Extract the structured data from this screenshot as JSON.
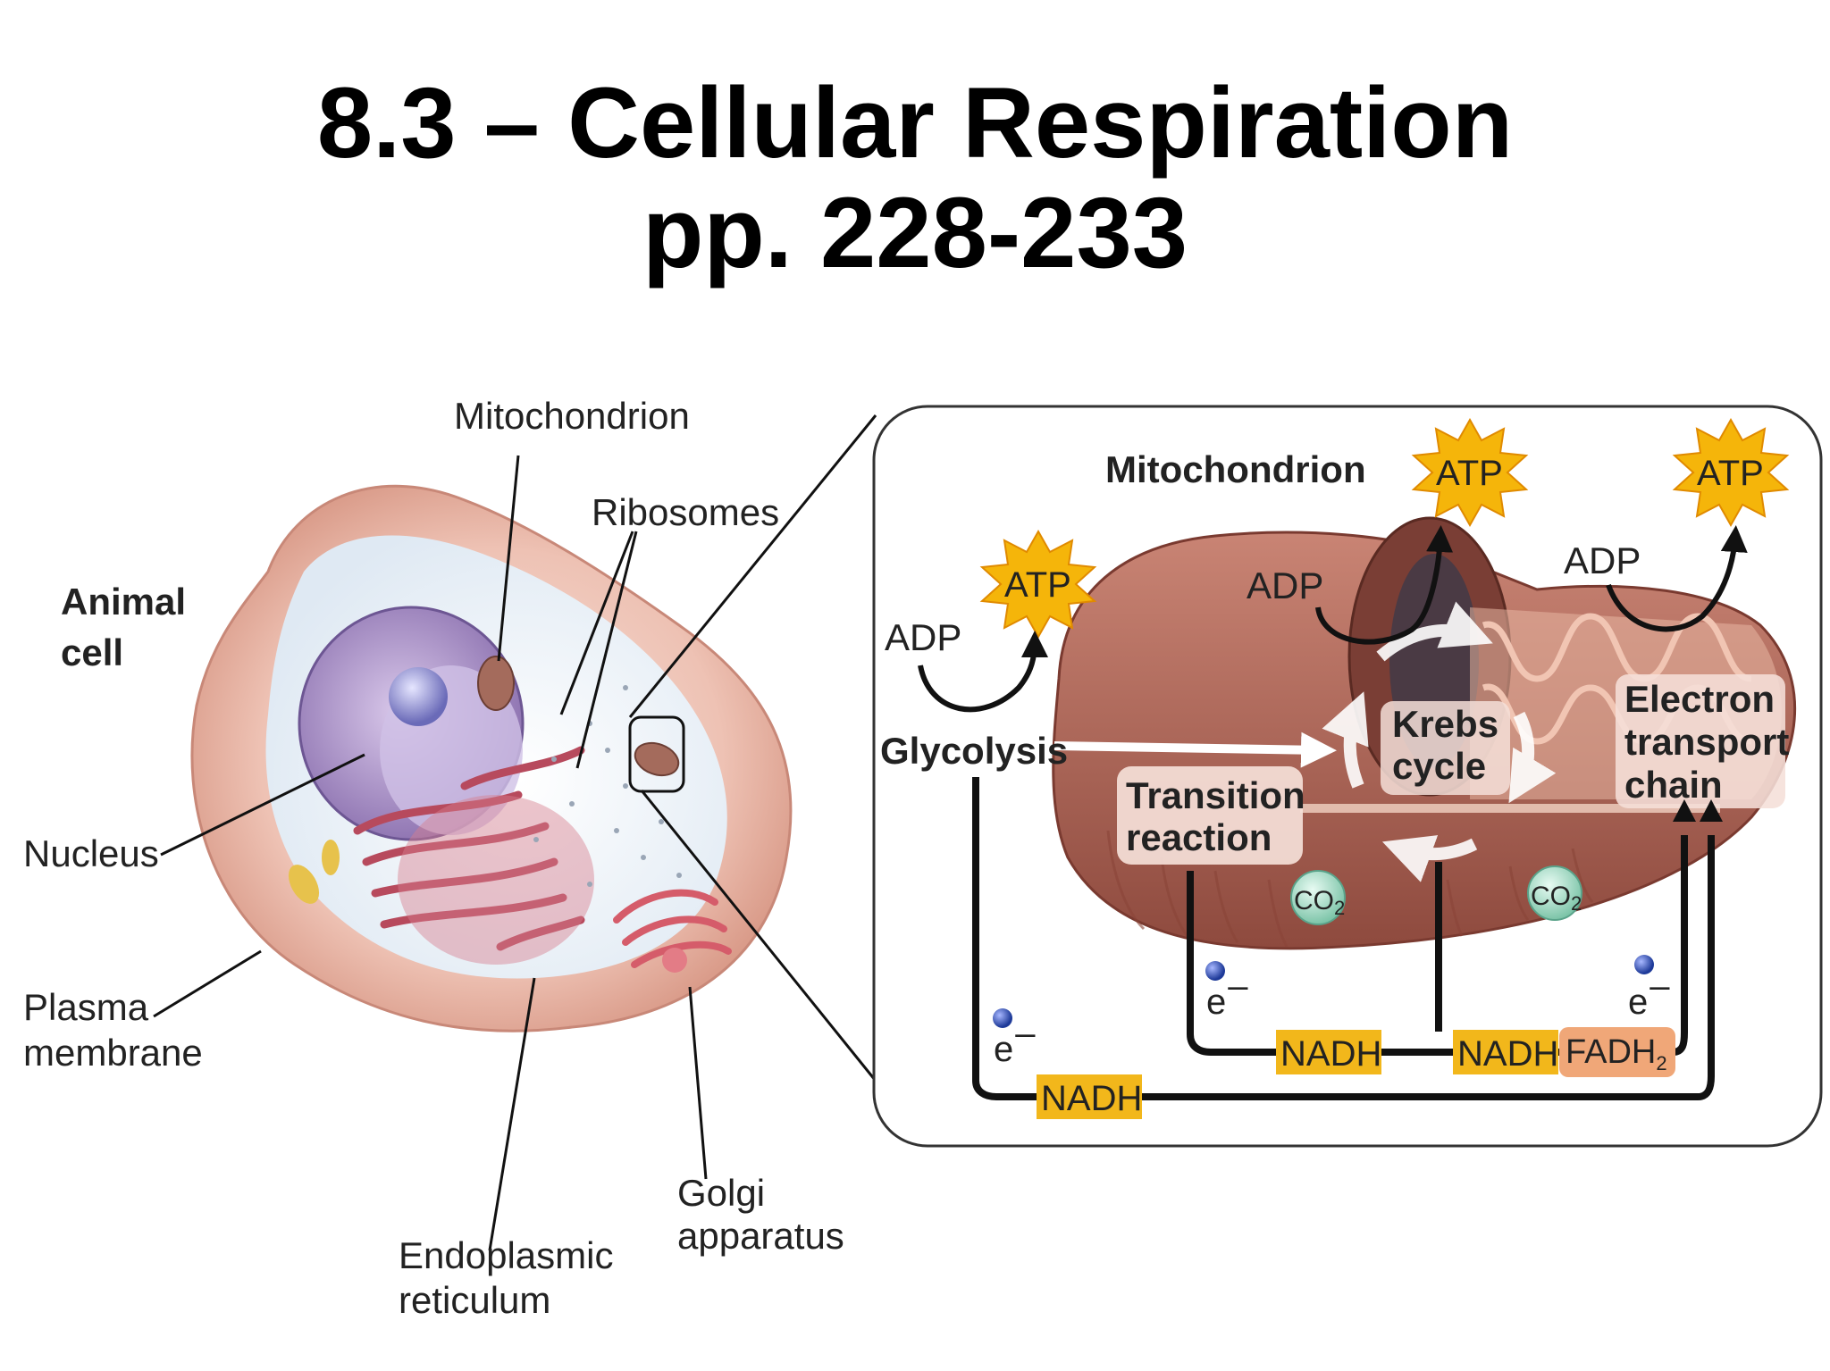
{
  "slide": {
    "title_line1": "8.3 – Cellular Respiration",
    "title_line2": "pp. 228-233"
  },
  "cell_labels": {
    "animal_cell_line1": "Animal",
    "animal_cell_line2": "cell",
    "mitochondrion": "Mitochondrion",
    "ribosomes": "Ribosomes",
    "nucleus": "Nucleus",
    "plasma_membrane_line1": "Plasma",
    "plasma_membrane_line2": "membrane",
    "er_line1": "Endoplasmic",
    "er_line2": "reticulum",
    "golgi_line1": "Golgi",
    "golgi_line2": "apparatus"
  },
  "inset": {
    "mitochondrion_title": "Mitochondrion",
    "atp": "ATP",
    "adp": "ADP",
    "glycolysis": "Glycolysis",
    "transition_line1": "Transition",
    "transition_line2": "reaction",
    "krebs_line1": "Krebs",
    "krebs_line2": "cycle",
    "etc_line1": "Electron",
    "etc_line2": "transport",
    "etc_line3": "chain",
    "co2_main": "CO",
    "co2_sub": "2",
    "electron": "e",
    "electron_sign": "–",
    "nadh": "NADH",
    "fadh_main": "FADH",
    "fadh_sub": "2"
  },
  "colors": {
    "title": "#000000",
    "atp_star": "#f5b50a",
    "nadh_tag": "#f2b71b",
    "fadh_tag": "#f0a778",
    "mito_body": "#b86e5e",
    "co2_bubble": "#a9dcc8",
    "electron": "#2f4fa8"
  }
}
